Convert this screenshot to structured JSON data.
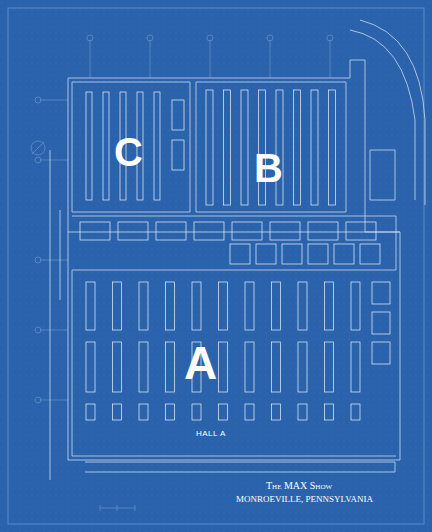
{
  "diagram": {
    "nodes": [
      {
        "text": [
          "C"
        ]
      },
      {
        "text": [
          "B"
        ]
      },
      {
        "text": [
          "A",
          "HALL A"
        ]
      }
    ],
    "labels": [
      "The MAX Show",
      "MONROEVILLE, PENNSYLVANIA"
    ]
  }
}
